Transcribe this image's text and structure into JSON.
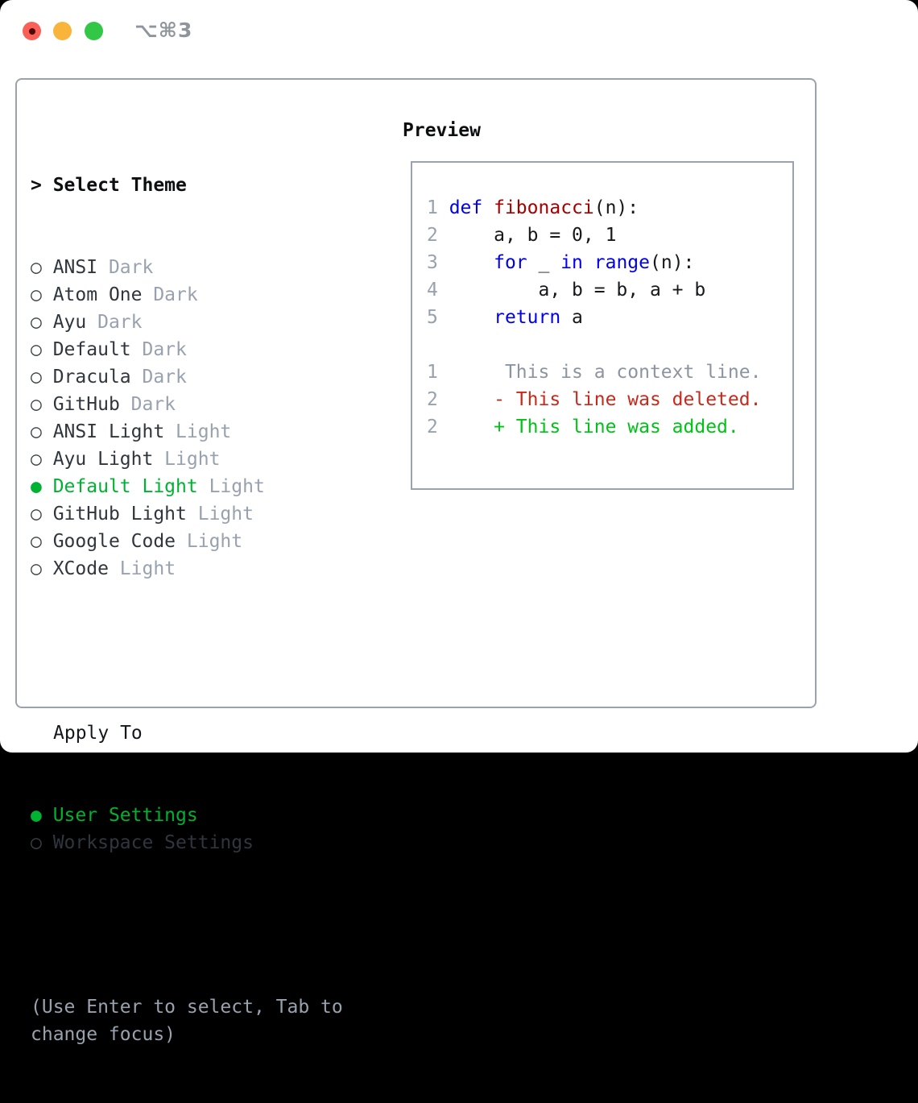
{
  "colors": {
    "accent_green": "#00b232",
    "added_green": "#00c217",
    "deleted_red": "#c7291b",
    "keyword_blue": "#0000f0",
    "function_red": "#a40000",
    "muted_gray": "#98a2ae",
    "border_gray": "#9aa3ad",
    "traffic_red": "#f96057",
    "traffic_yellow": "#f8b43b",
    "traffic_green": "#33c748"
  },
  "titlebar": {
    "shortcut": "⌥⌘3"
  },
  "theme_selector": {
    "prompt": "> ",
    "title": "Select Theme",
    "markers": {
      "selected": "●",
      "unselected": "○"
    },
    "items": [
      {
        "name": "ANSI",
        "variant": "Dark",
        "selected": false
      },
      {
        "name": "Atom One",
        "variant": "Dark",
        "selected": false
      },
      {
        "name": "Ayu",
        "variant": "Dark",
        "selected": false
      },
      {
        "name": "Default",
        "variant": "Dark",
        "selected": false
      },
      {
        "name": "Dracula",
        "variant": "Dark",
        "selected": false
      },
      {
        "name": "GitHub",
        "variant": "Dark",
        "selected": false
      },
      {
        "name": "ANSI Light",
        "variant": "Light",
        "selected": false
      },
      {
        "name": "Ayu Light",
        "variant": "Light",
        "selected": false
      },
      {
        "name": "Default Light",
        "variant": "Light",
        "selected": true
      },
      {
        "name": "GitHub Light",
        "variant": "Light",
        "selected": false
      },
      {
        "name": "Google Code",
        "variant": "Light",
        "selected": false
      },
      {
        "name": "XCode",
        "variant": "Light",
        "selected": false
      }
    ]
  },
  "apply_to": {
    "title": "Apply To",
    "options": [
      {
        "label": "User Settings",
        "selected": true
      },
      {
        "label": "Workspace Settings",
        "selected": false
      }
    ]
  },
  "help_text": "(Use Enter to select, Tab to change focus)",
  "preview": {
    "title": "Preview",
    "lines": [
      {
        "tokens": [
          [
            "num",
            "1 "
          ],
          [
            "kw",
            "def"
          ],
          [
            "pln",
            " "
          ],
          [
            "fn",
            "fibonacci"
          ],
          [
            "pln",
            "(n):"
          ]
        ]
      },
      {
        "tokens": [
          [
            "num",
            "2 "
          ],
          [
            "pln",
            "    a, b = 0, 1"
          ]
        ]
      },
      {
        "tokens": [
          [
            "num",
            "3 "
          ],
          [
            "pln",
            "    "
          ],
          [
            "kw",
            "for"
          ],
          [
            "pln",
            " _ "
          ],
          [
            "kw",
            "in"
          ],
          [
            "pln",
            " "
          ],
          [
            "kw",
            "range"
          ],
          [
            "pln",
            "(n):"
          ]
        ]
      },
      {
        "tokens": [
          [
            "num",
            "4 "
          ],
          [
            "pln",
            "        a, b = b, a + b"
          ]
        ]
      },
      {
        "tokens": [
          [
            "num",
            "5 "
          ],
          [
            "pln",
            "    "
          ],
          [
            "kw",
            "return"
          ],
          [
            "pln",
            " a"
          ]
        ]
      },
      {
        "tokens": []
      },
      {
        "tokens": [
          [
            "num",
            "1 "
          ],
          [
            "ctx",
            "     This is a context line."
          ]
        ]
      },
      {
        "tokens": [
          [
            "num",
            "2 "
          ],
          [
            "del",
            "    - This line was deleted."
          ]
        ]
      },
      {
        "tokens": [
          [
            "num",
            "2 "
          ],
          [
            "add",
            "    + This line was added."
          ]
        ]
      }
    ]
  }
}
